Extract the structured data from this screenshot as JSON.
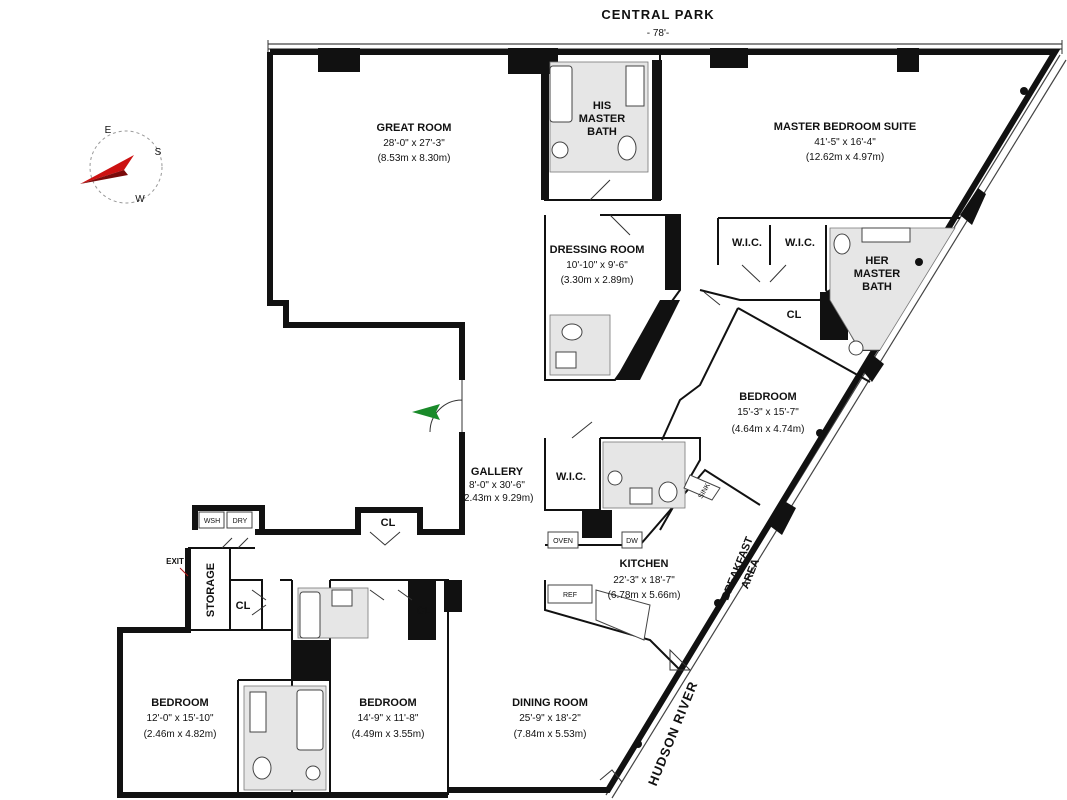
{
  "header": {
    "title": "CENTRAL PARK",
    "width": "- 78'-"
  },
  "side_label": "HUDSON RIVER",
  "compass": {
    "e": "E",
    "s": "S",
    "w": "W"
  },
  "exit_label": "EXIT",
  "rooms": {
    "great_room": {
      "name": "GREAT ROOM",
      "imperial": "28'-0\" x 27'-3\"",
      "metric": "(8.53m x 8.30m)"
    },
    "his_bath": {
      "line1": "HIS",
      "line2": "MASTER",
      "line3": "BATH"
    },
    "master_suite": {
      "name": "MASTER BEDROOM SUITE",
      "imperial": "41'-5\" x 16'-4\"",
      "metric": "(12.62m x 4.97m)"
    },
    "dressing_room": {
      "name": "DRESSING ROOM",
      "imperial": "10'-10\" x 9'-6\"",
      "metric": "(3.30m x 2.89m)"
    },
    "wic_1": "W.I.C.",
    "wic_2": "W.I.C.",
    "her_bath": {
      "line1": "HER",
      "line2": "MASTER",
      "line3": "BATH"
    },
    "cl_master": "CL",
    "bedroom_east": {
      "name": "BEDROOM",
      "imperial": "15'-3\" x 15'-7\"",
      "metric": "(4.64m x 4.74m)"
    },
    "gallery": {
      "name": "GALLERY",
      "imperial": "8'-0\" x 30'-6\"",
      "metric": "(2.43m x 9.29m)"
    },
    "wic_gallery": "W.I.C.",
    "kitchen": {
      "name": "KITCHEN",
      "imperial": "22'-3\" x 18'-7\"",
      "metric": "(6.78m x 5.66m)"
    },
    "breakfast": {
      "line1": "BREAKFAST",
      "line2": "AREA"
    },
    "cl_gallery": "CL",
    "storage": "STORAGE",
    "cl_storage": "CL",
    "cl_bed": "CL",
    "bedroom_west": {
      "name": "BEDROOM",
      "imperial": "12'-0\" x 15'-10\"",
      "metric": "(2.46m x 4.82m)"
    },
    "bedroom_mid": {
      "name": "BEDROOM",
      "imperial": "14'-9\" x 11'-8\"",
      "metric": "(4.49m x 3.55m)"
    },
    "dining_room": {
      "name": "DINING ROOM",
      "imperial": "25'-9\" x 18'-2\"",
      "metric": "(7.84m x 5.53m)"
    }
  },
  "appliances": {
    "washer": "WSH",
    "dryer": "DRY",
    "oven": "OVEN",
    "dishwasher": "DW",
    "refrigerator": "REF",
    "sink": "SINK"
  },
  "colors": {
    "wall": "#111111",
    "entry_arrow": "#1a8a2a",
    "compass_needle": "#cc1111",
    "exit": "#b01818"
  }
}
